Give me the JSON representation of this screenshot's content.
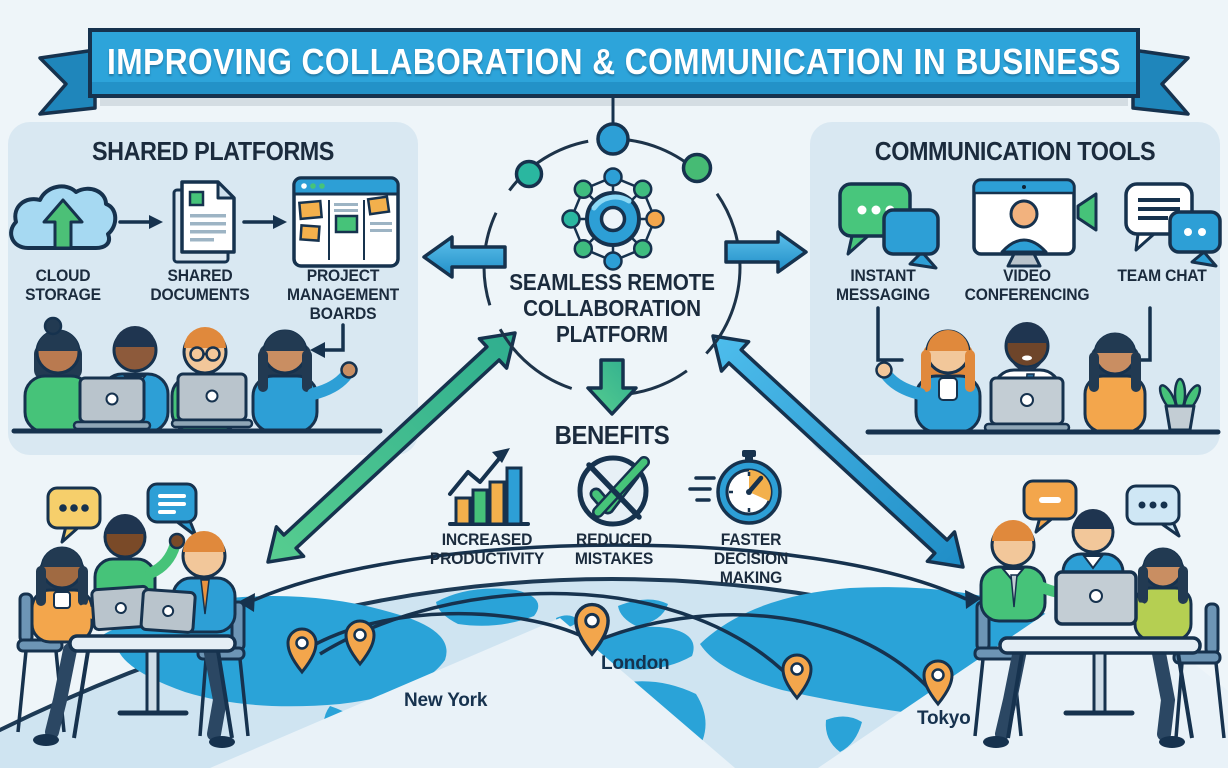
{
  "page": {
    "title": "IMPROVING COLLABORATION & COMMUNICATION IN BUSINESS"
  },
  "shared_platforms": {
    "title": "SHARED PLATFORMS",
    "items": [
      {
        "label": "CLOUD STORAGE",
        "icon": "cloud-upload-icon"
      },
      {
        "label": "SHARED DOCUMENTS",
        "icon": "shared-document-icon"
      },
      {
        "label": "PROJECT MANAGEMENT BOARDS",
        "icon": "kanban-board-icon"
      }
    ]
  },
  "communication_tools": {
    "title": "COMMUNICATION TOOLS",
    "items": [
      {
        "label": "INSTANT MESSAGING",
        "icon": "instant-messaging-icon"
      },
      {
        "label": "VIDEO CONFERENCING",
        "icon": "video-conferencing-icon"
      },
      {
        "label": "TEAM CHAT",
        "icon": "team-chat-icon"
      }
    ]
  },
  "platform": {
    "icon": "network-hub-icon",
    "line1": "SEAMLESS REMOTE",
    "line2": "COLLABORATION",
    "line3": "PLATFORM"
  },
  "benefits": {
    "title": "BENEFITS",
    "items": [
      {
        "label": "INCREASED PRODUCTIVITY",
        "icon": "growth-chart-icon"
      },
      {
        "label": "REDUCED MISTAKES",
        "icon": "no-mistakes-icon"
      },
      {
        "label": "FASTER DECISION MAKING",
        "icon": "stopwatch-icon"
      }
    ]
  },
  "map": {
    "cities": [
      {
        "name": "New York"
      },
      {
        "name": "London"
      },
      {
        "name": "Tokyo"
      }
    ]
  },
  "colors": {
    "banner_blue": "#2da4da",
    "panel_blue": "#d9e8f2",
    "navy_outline": "#16324e",
    "arrow_blue": "#2d9fd6",
    "arrow_green": "#46c379",
    "accent_orange": "#f3a64c",
    "map_land": "#2aa3d8",
    "map_water": "#cfe4f1",
    "background": "#eef5f9"
  }
}
